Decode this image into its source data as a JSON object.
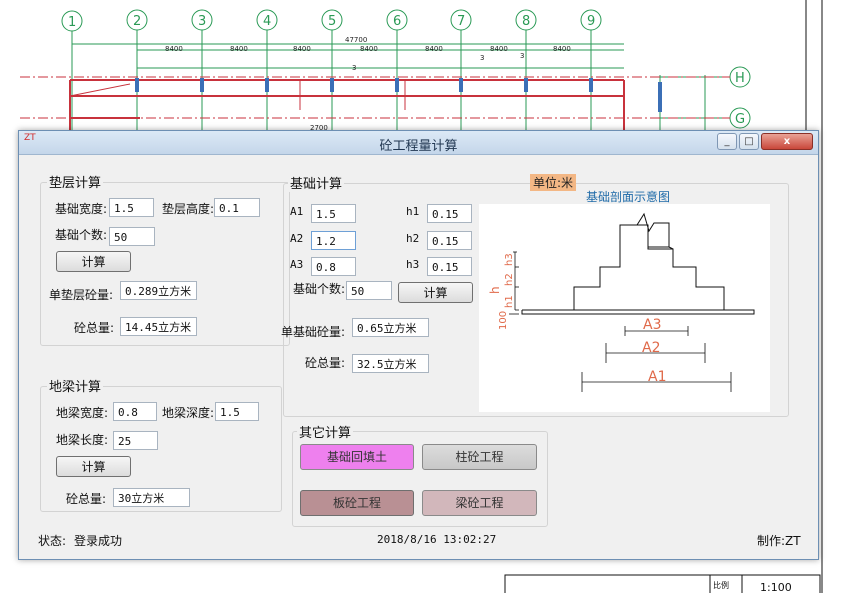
{
  "cad_background": {
    "grid_markers": [
      "1",
      "2",
      "3",
      "4",
      "5",
      "6",
      "7",
      "8",
      "9",
      "H",
      "G"
    ],
    "scale_label": "比例",
    "scale_value": "1:100"
  },
  "window": {
    "title": "砼工程量计算",
    "app_icon_text": "ZT",
    "controls": [
      "_",
      "□",
      "x"
    ]
  },
  "cushion": {
    "title": "垫层计算",
    "width_label": "基础宽度:",
    "width_value": "1.5",
    "height_label": "垫层高度:",
    "height_value": "0.1",
    "count_label": "基础个数:",
    "count_value": "50",
    "calc_label": "计算",
    "single_label": "单垫层砼量:",
    "single_value": "0.289立方米",
    "total_label": "砼总量:",
    "total_value": "14.45立方米"
  },
  "groundbeam": {
    "title": "地梁计算",
    "width_label": "地梁宽度:",
    "width_value": "0.8",
    "depth_label": "地梁深度:",
    "depth_value": "1.5",
    "length_label": "地梁长度:",
    "length_value": "25",
    "calc_label": "计算",
    "total_label": "砼总量:",
    "total_value": "30立方米"
  },
  "foundation": {
    "title": "基础计算",
    "unit_badge": "单位:米",
    "diagram_title": "基础剖面示意图",
    "a1_label": "A1",
    "a1_value": "1.5",
    "a2_label": "A2",
    "a2_value": "1.2",
    "a3_label": "A3",
    "a3_value": "0.8",
    "h1_label": "h1",
    "h1_value": "0.15",
    "h2_label": "h2",
    "h2_value": "0.15",
    "h3_label": "h3",
    "h3_value": "0.15",
    "count_label": "基础个数:",
    "count_value": "50",
    "calc_label": "计算",
    "single_label": "单基础砼量:",
    "single_value": "0.65立方米",
    "total_label": "砼总量:",
    "total_value": "32.5立方米",
    "diagram_labels": {
      "h": "h",
      "h1": "h1",
      "h2": "h2",
      "h3": "h3",
      "gap": "100",
      "A1": "A1",
      "A2": "A2",
      "A3": "A3"
    }
  },
  "other": {
    "title": "其它计算",
    "backfill_label": "基础回填土",
    "column_label": "柱砼工程",
    "slab_label": "板砼工程",
    "beam_label": "梁砼工程"
  },
  "status": {
    "state_label": "状态:",
    "state_value": "登录成功",
    "datetime": "2018/8/16 13:02:27",
    "author": "制作:ZT"
  },
  "colors": {
    "accent_red": "#c8323c",
    "diagram_dim": "#e06a4a",
    "pink_button": "#ee80ee",
    "mauve_button": "#b99094",
    "unit_badge": "#f3b785"
  }
}
